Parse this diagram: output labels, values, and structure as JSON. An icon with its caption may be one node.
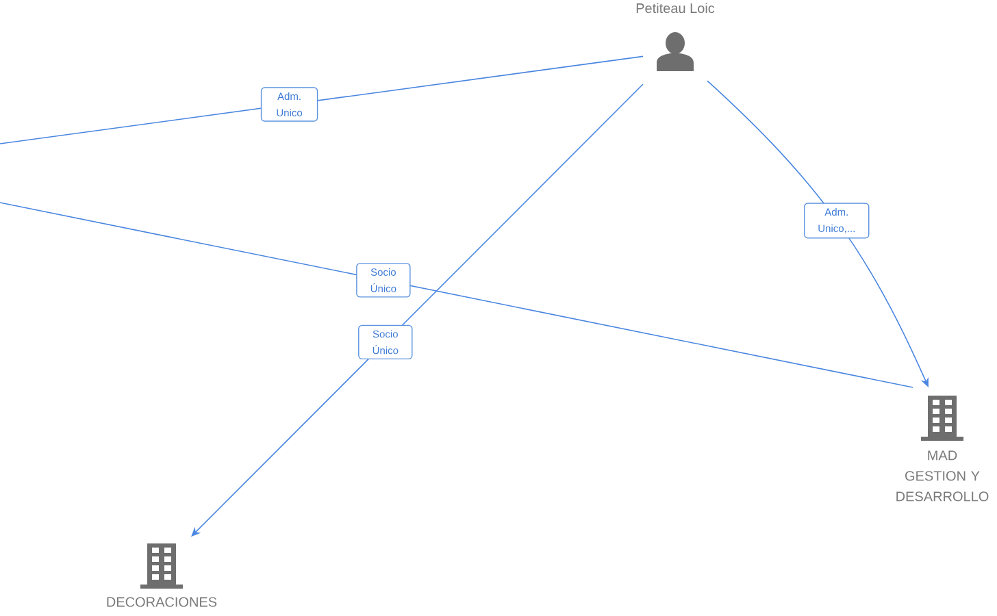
{
  "diagram": {
    "nodes": [
      {
        "text": [
          "Petiteau Loic"
        ]
      },
      {
        "text": [
          "DECORACIONES"
        ]
      },
      {
        "text": [
          "MAD GESTION Y DESARROLLO"
        ]
      }
    ],
    "edges": [
      {
        "from": 0,
        "to": null,
        "arrow": "none",
        "label": "Adm. Unico"
      },
      {
        "from": 0,
        "to": 1,
        "arrow": "to",
        "label": "Socio Único"
      },
      {
        "from": 0,
        "to": 2,
        "arrow": "to",
        "label": "Adm. Unico,..."
      },
      {
        "from": null,
        "to": 2,
        "arrow": "none",
        "label": "Socio Único"
      }
    ]
  }
}
